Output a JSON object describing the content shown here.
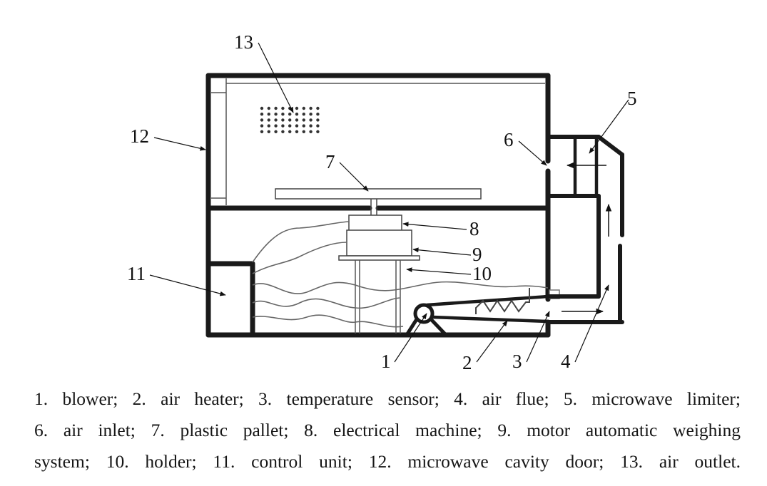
{
  "labels": {
    "l1": "1",
    "l2": "2",
    "l3": "3",
    "l4": "4",
    "l5": "5",
    "l6": "6",
    "l7": "7",
    "l8": "8",
    "l9": "9",
    "l10": "10",
    "l11": "11",
    "l12": "12",
    "l13": "13"
  },
  "caption": {
    "line1": "1. blower; 2. air heater; 3. temperature sensor; 4. air flue; 5. microwave limiter;",
    "line2": "6. air inlet; 7. plastic pallet; 8. electrical machine; 9. motor automatic weighing",
    "line3": "system; 10. holder; 11. control unit; 12. microwave cavity door; 13. air outlet."
  },
  "legend": [
    {
      "num": "1",
      "name": "blower"
    },
    {
      "num": "2",
      "name": "air heater"
    },
    {
      "num": "3",
      "name": "temperature sensor"
    },
    {
      "num": "4",
      "name": "air flue"
    },
    {
      "num": "5",
      "name": "microwave limiter"
    },
    {
      "num": "6",
      "name": "air inlet"
    },
    {
      "num": "7",
      "name": "plastic pallet"
    },
    {
      "num": "8",
      "name": "electrical machine"
    },
    {
      "num": "9",
      "name": "motor automatic weighing system"
    },
    {
      "num": "10",
      "name": "holder"
    },
    {
      "num": "11",
      "name": "control unit"
    },
    {
      "num": "12",
      "name": "microwave cavity door"
    },
    {
      "num": "13",
      "name": "air outlet"
    }
  ]
}
